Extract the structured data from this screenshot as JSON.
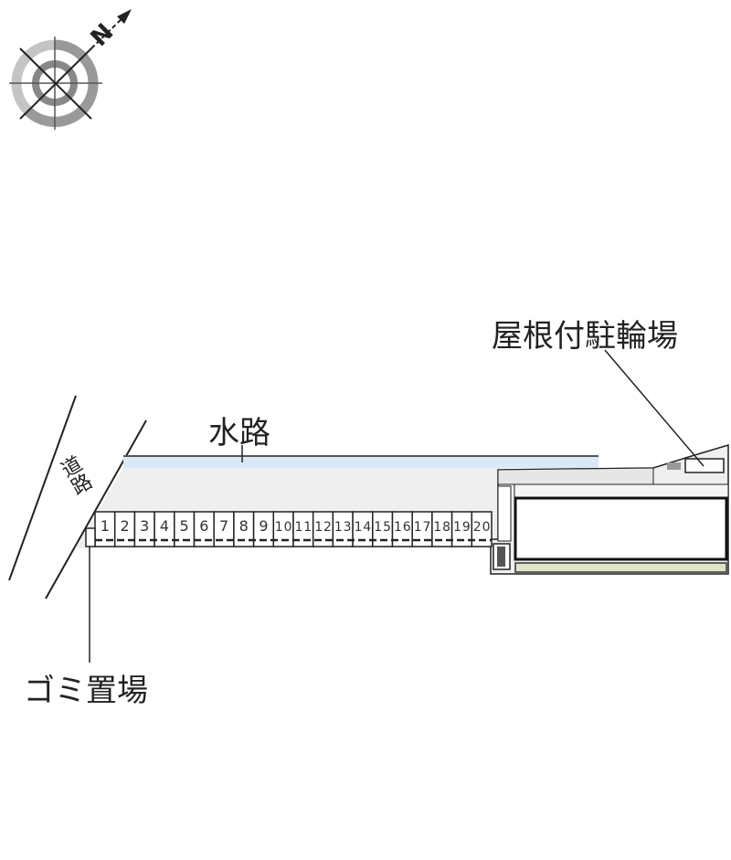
{
  "labels": {
    "road": "道路",
    "waterway": "水路",
    "bicycle_parking": "屋根付駐輪場",
    "garbage": "ゴミ置場",
    "north": "N"
  },
  "parking_slots": [
    "1",
    "2",
    "3",
    "4",
    "5",
    "6",
    "7",
    "8",
    "9",
    "10",
    "11",
    "12",
    "13",
    "14",
    "15",
    "16",
    "17",
    "18",
    "19",
    "20"
  ],
  "colors": {
    "lot": "#efefef",
    "water": "#dbe8f7",
    "line": "#222222"
  }
}
